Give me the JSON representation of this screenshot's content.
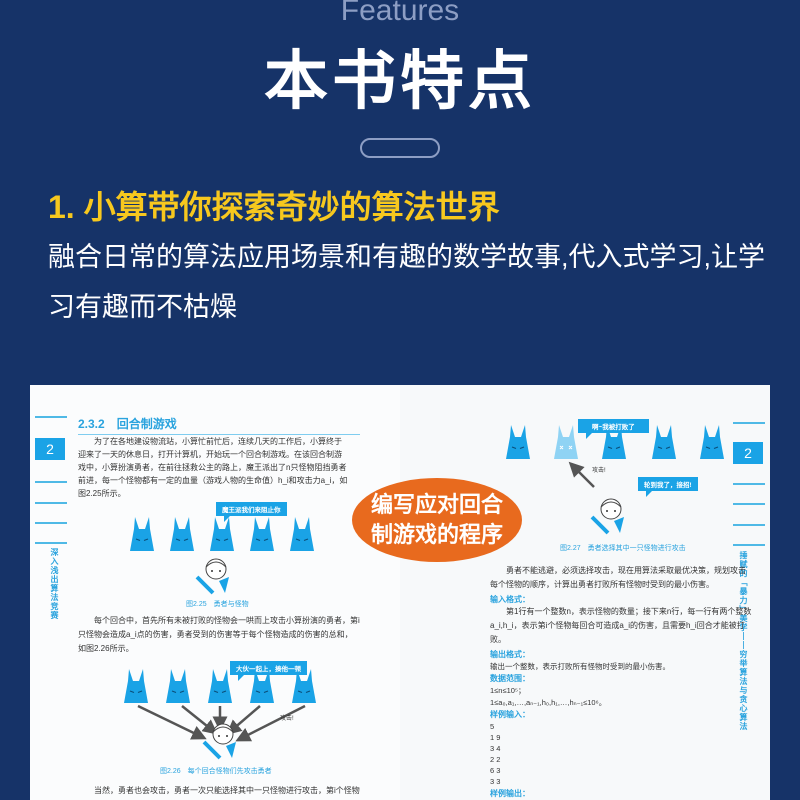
{
  "header": {
    "eyebrow": "Features",
    "title": "本书特点"
  },
  "feature": {
    "heading": "1. 小算带你探索奇妙的算法世界",
    "description": "融合日常的算法应用场景和有趣的数学故事,代入式学习,让学习有趣而不枯燥"
  },
  "callout": {
    "line1": "编写应对回合",
    "line2": "制游戏的程序",
    "color": "#e86a1e"
  },
  "colors": {
    "background": "#163368",
    "accent": "#f7c81e",
    "book_blue": "#1aa3e6"
  },
  "left_page": {
    "chapter_number": "2",
    "side_title": "深入浅出算法竞赛",
    "section": "2.3.2　回合制游戏",
    "para1": "为了在各地建设物流站，小算忙前忙后，连续几天的工作后，小算终于迎来了一天的休息日，打开计算机，开始玩一个回合制游戏。在该回合制游戏中，小算扮演勇者，在前往拯救公主的路上，魔王派出了n只怪物阻挡勇者前进，每一个怪物都有一定的血量（游戏人物的生命值）h_i和攻击力a_i，如图2.25所示。",
    "bubble1": "魔王派我们来阻止你",
    "fig1": "图2.25　勇者与怪物",
    "para2": "每个回合中，首先所有未被打败的怪物会一哄而上攻击小算扮演的勇者，第i只怪物会造成a_i点的伤害，勇者受到的伤害等于每个怪物造成的伤害的总和，如图2.26所示。",
    "bubble2": "大伙一起上，揍他一顿",
    "attack": "攻击!",
    "fig2": "图2.26　每个回合怪物们先攻击勇者",
    "para3": "当然，勇者也会攻击，勇者一次只能选择其中一只怪物进行攻击，第i个怪物"
  },
  "right_page": {
    "chapter_number": "2",
    "side_title": "捶赋的「暴力」美学——穷举算法与贪心算法",
    "bubble_defeated": "啊~我被打败了",
    "attack": "攻击!",
    "bubble_hero": "轮到我了，接招!",
    "fig3": "图2.27　勇者选择其中一只怪物进行攻击",
    "para1": "勇者不能逃避，必须选择攻击，现在用算法采取最优决策，规划攻击每个怪物的顺序，计算出勇者打败所有怪物时受到的最小伤害。",
    "input_label": "输入格式：",
    "input_text": "第1行有一个整数n，表示怪物的数量；接下来n行，每一行有两个整数a_i,h_i，表示第i个怪物每回合可造成a_i的伤害，且需要h_i回合才能被打败。",
    "output_label": "输出格式：",
    "output_text": "输出一个整数，表示打败所有怪物时受到的最小伤害。",
    "range_label": "数据范围：",
    "range1": "1≤n≤10⁵；",
    "range2": "1≤a₀,a₁,…,aₙ₋₁,h₀,h₁,…,hₙ₋₁≤10⁶。",
    "sample_in_label": "样例输入：",
    "sample_in": [
      "5",
      "1 9",
      "3 4",
      "2 2",
      "6 3",
      "3 3"
    ],
    "sample_out_label": "样例输出："
  }
}
